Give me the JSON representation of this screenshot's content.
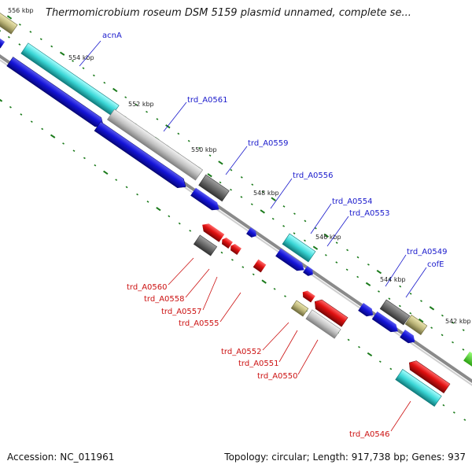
{
  "title": "Thermomicrobium roseum DSM 5159 plasmid unnamed, complete se...",
  "accession": "Accession: NC_011961",
  "summary": "Topology: circular; Length: 917,738 bp; Genes: 937",
  "colors": {
    "forward_label": "#1a1acc",
    "reverse_label": "#cc1111",
    "blue_gene": "#1414d8",
    "red_gene": "#e01010",
    "cyan_feature": "#3ad6d6",
    "gray_feature": "#c4c4c4",
    "dark_gray_feature": "#6a6a6a",
    "tan_feature": "#bdb67a",
    "ticks": "#1a7a1a",
    "backbone": "#8a8a8a"
  },
  "kbp_labels": [
    "556 kbp",
    "554 kbp",
    "552 kbp",
    "550 kbp",
    "548 kbp",
    "546 kbp",
    "544 kbp",
    "542 kbp"
  ],
  "forward_genes": [
    "acnA",
    "trd_A0561",
    "trd_A0559",
    "trd_A0556",
    "trd_A0554",
    "trd_A0553",
    "trd_A0549",
    "cofE"
  ],
  "reverse_genes": [
    "trd_A0560",
    "trd_A0558",
    "trd_A0557",
    "trd_A0555",
    "trd_A0552",
    "trd_A0551",
    "trd_A0550",
    "trd_A0546"
  ]
}
